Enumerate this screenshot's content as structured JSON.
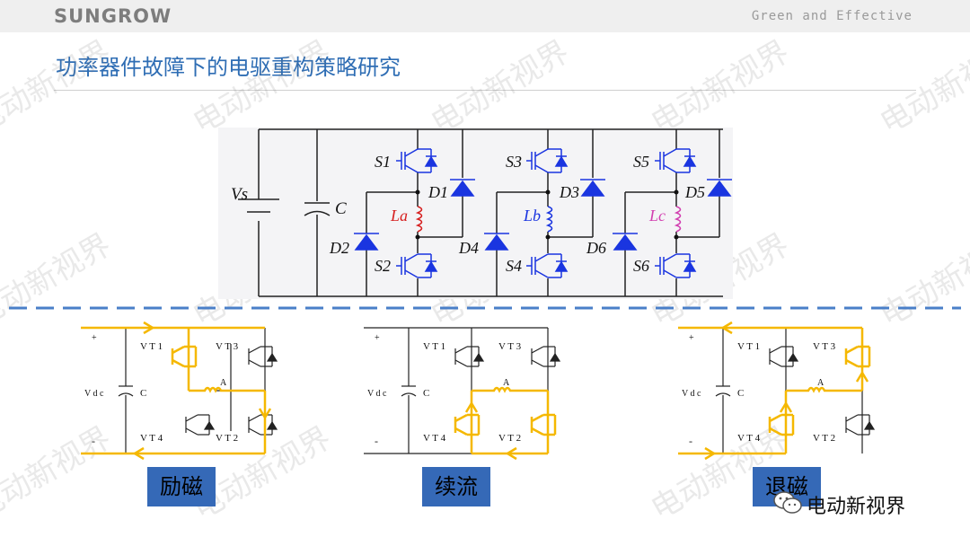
{
  "header": {
    "logo_text": "SUNGROW",
    "tagline": "Green  and  Effective"
  },
  "slide": {
    "title": "功率器件故障下的电驱重构策略研究"
  },
  "main_circuit": {
    "source": "Vs",
    "capacitor": "C",
    "switches": [
      "S1",
      "S2",
      "S3",
      "S4",
      "S5",
      "S6"
    ],
    "diodes": [
      "D1",
      "D2",
      "D3",
      "D4",
      "D5",
      "D6"
    ],
    "inductors": [
      "La",
      "Lb",
      "Lc"
    ]
  },
  "mode_circuits": {
    "plus": "+",
    "minus": "-",
    "vdc": "V d c",
    "capacitor": "C",
    "node": "A",
    "vt1": "V T 1",
    "vt2": "V T 2",
    "vt3": "V T 3",
    "vt4": "V T 4"
  },
  "modes": [
    {
      "label": "励磁"
    },
    {
      "label": "续流"
    },
    {
      "label": "退磁"
    }
  ],
  "watermark": "电动新视界",
  "wechat": {
    "icon": "wechat-icon",
    "label": "电动新视界"
  },
  "colors": {
    "title": "#2e6db4",
    "switch": "#1a35e0",
    "inductor_a": "#d62020",
    "inductor_b": "#1a35e0",
    "inductor_c": "#d23fb0",
    "current_path": "#f5b800",
    "mode_label_bg": "#3569b7",
    "divider": "#4a7fc8"
  }
}
